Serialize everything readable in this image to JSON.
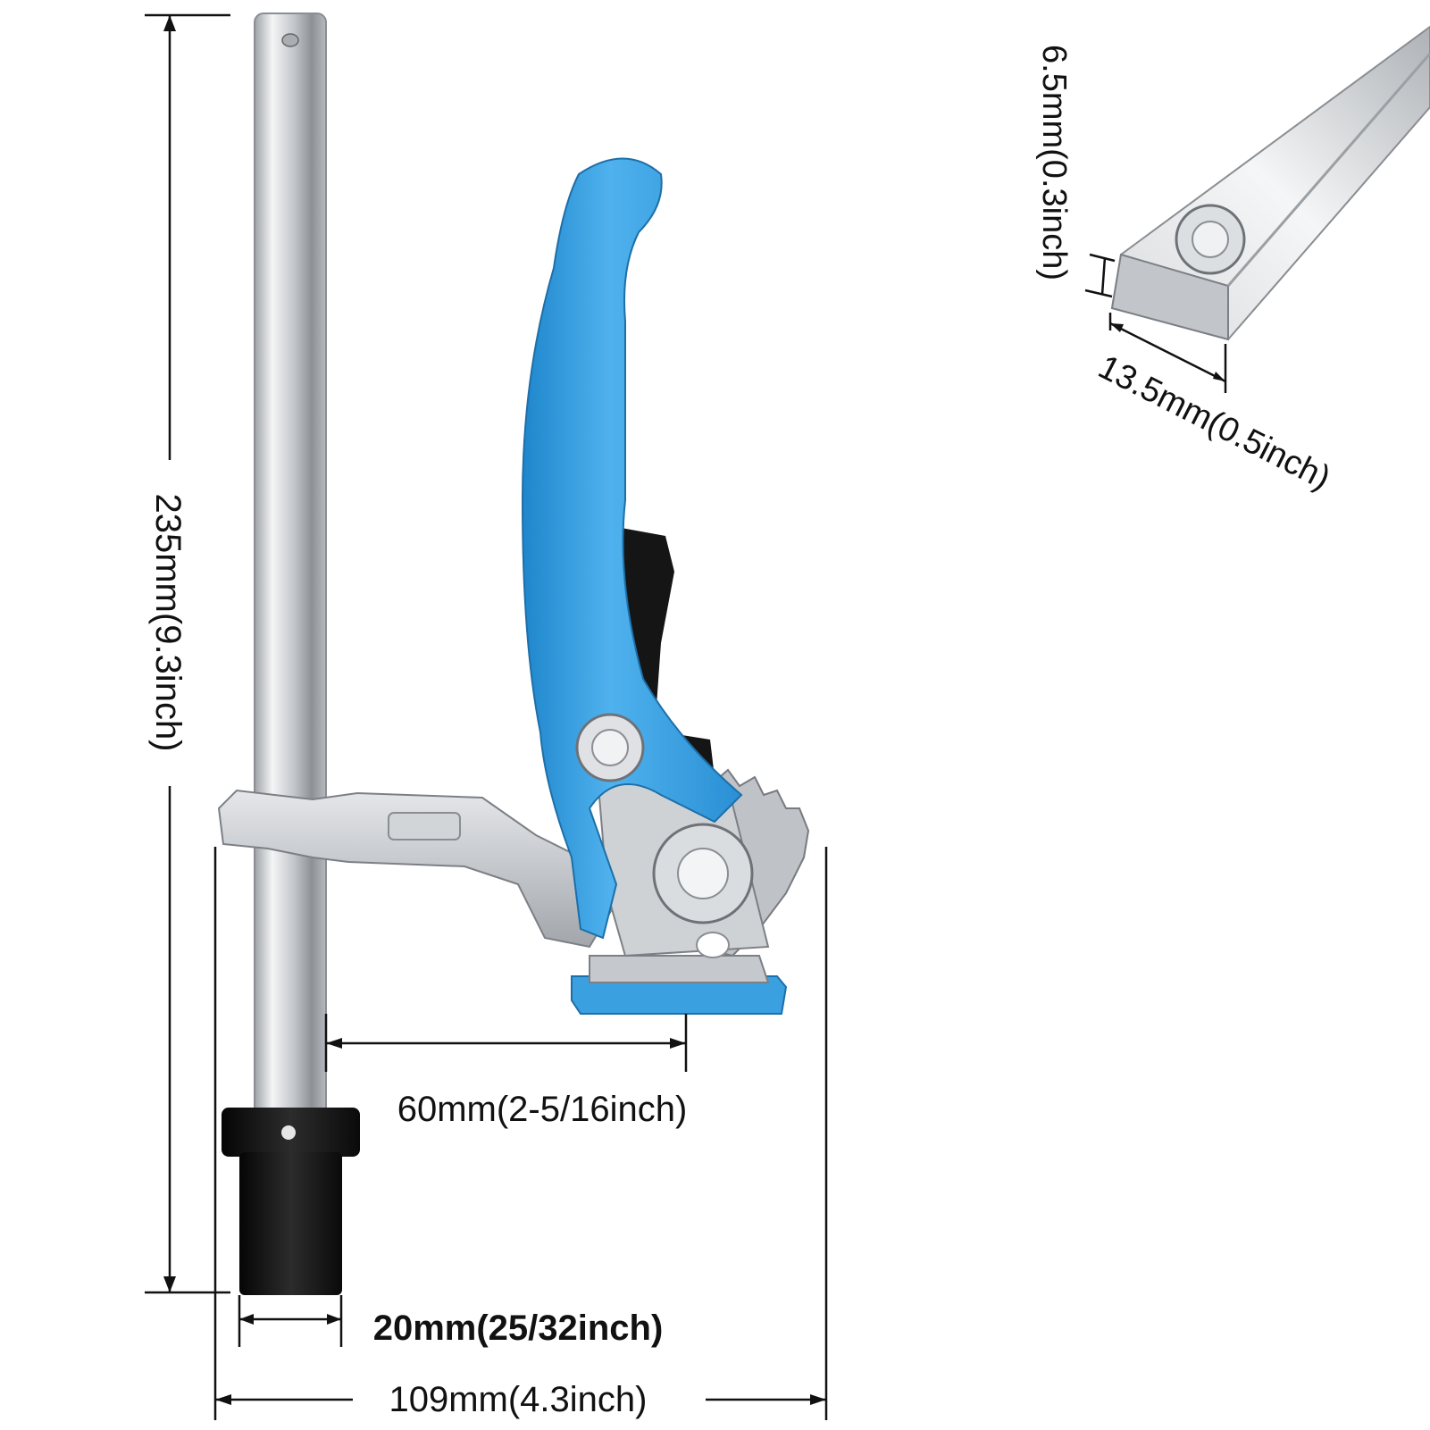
{
  "product": {
    "name_icon": "bench-clamp-photo"
  },
  "dimensions": {
    "height": "235mm(9.3inch)",
    "reach": "60mm(2-5/16inch)",
    "post_diameter": "20mm(25/32inch)",
    "overall_width": "109mm(4.3inch)",
    "bar_thickness": "6.5mm(0.3inch)",
    "bar_width": "13.5mm(0.5inch)"
  },
  "colors": {
    "handle_blue": "#3aa0e0",
    "steel": "#c9ccd0",
    "rubber": "#1a1a1a"
  }
}
